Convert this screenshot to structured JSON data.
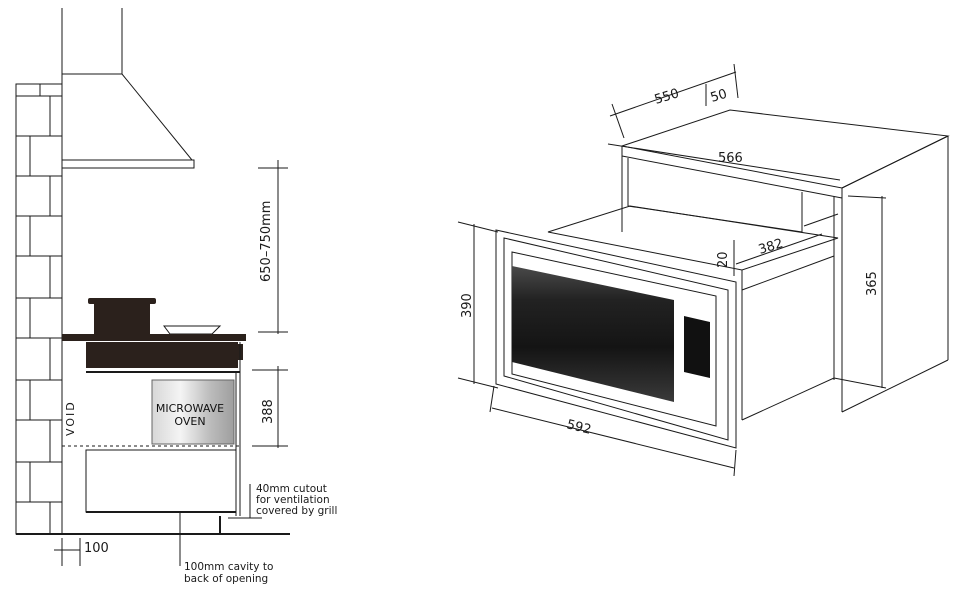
{
  "left_view": {
    "dim_hood_clearance": "650–750mm",
    "dim_opening_height": "388",
    "label_void": "VOID",
    "appliance_line1": "MICROWAVE",
    "appliance_line2": "OVEN",
    "note_cutout": [
      "40mm cutout",
      "for ventilation",
      "covered by grill"
    ],
    "dim_toe": "100",
    "note_cavity": [
      "100mm cavity to",
      "back of opening"
    ]
  },
  "right_view": {
    "dim_depth": "550",
    "dim_offset": "50",
    "dim_cavity_width": "566",
    "dim_unit_depth": "382",
    "dim_gap": "20",
    "dim_front_height": "390",
    "dim_cavity_height": "365",
    "dim_front_width": "592"
  }
}
